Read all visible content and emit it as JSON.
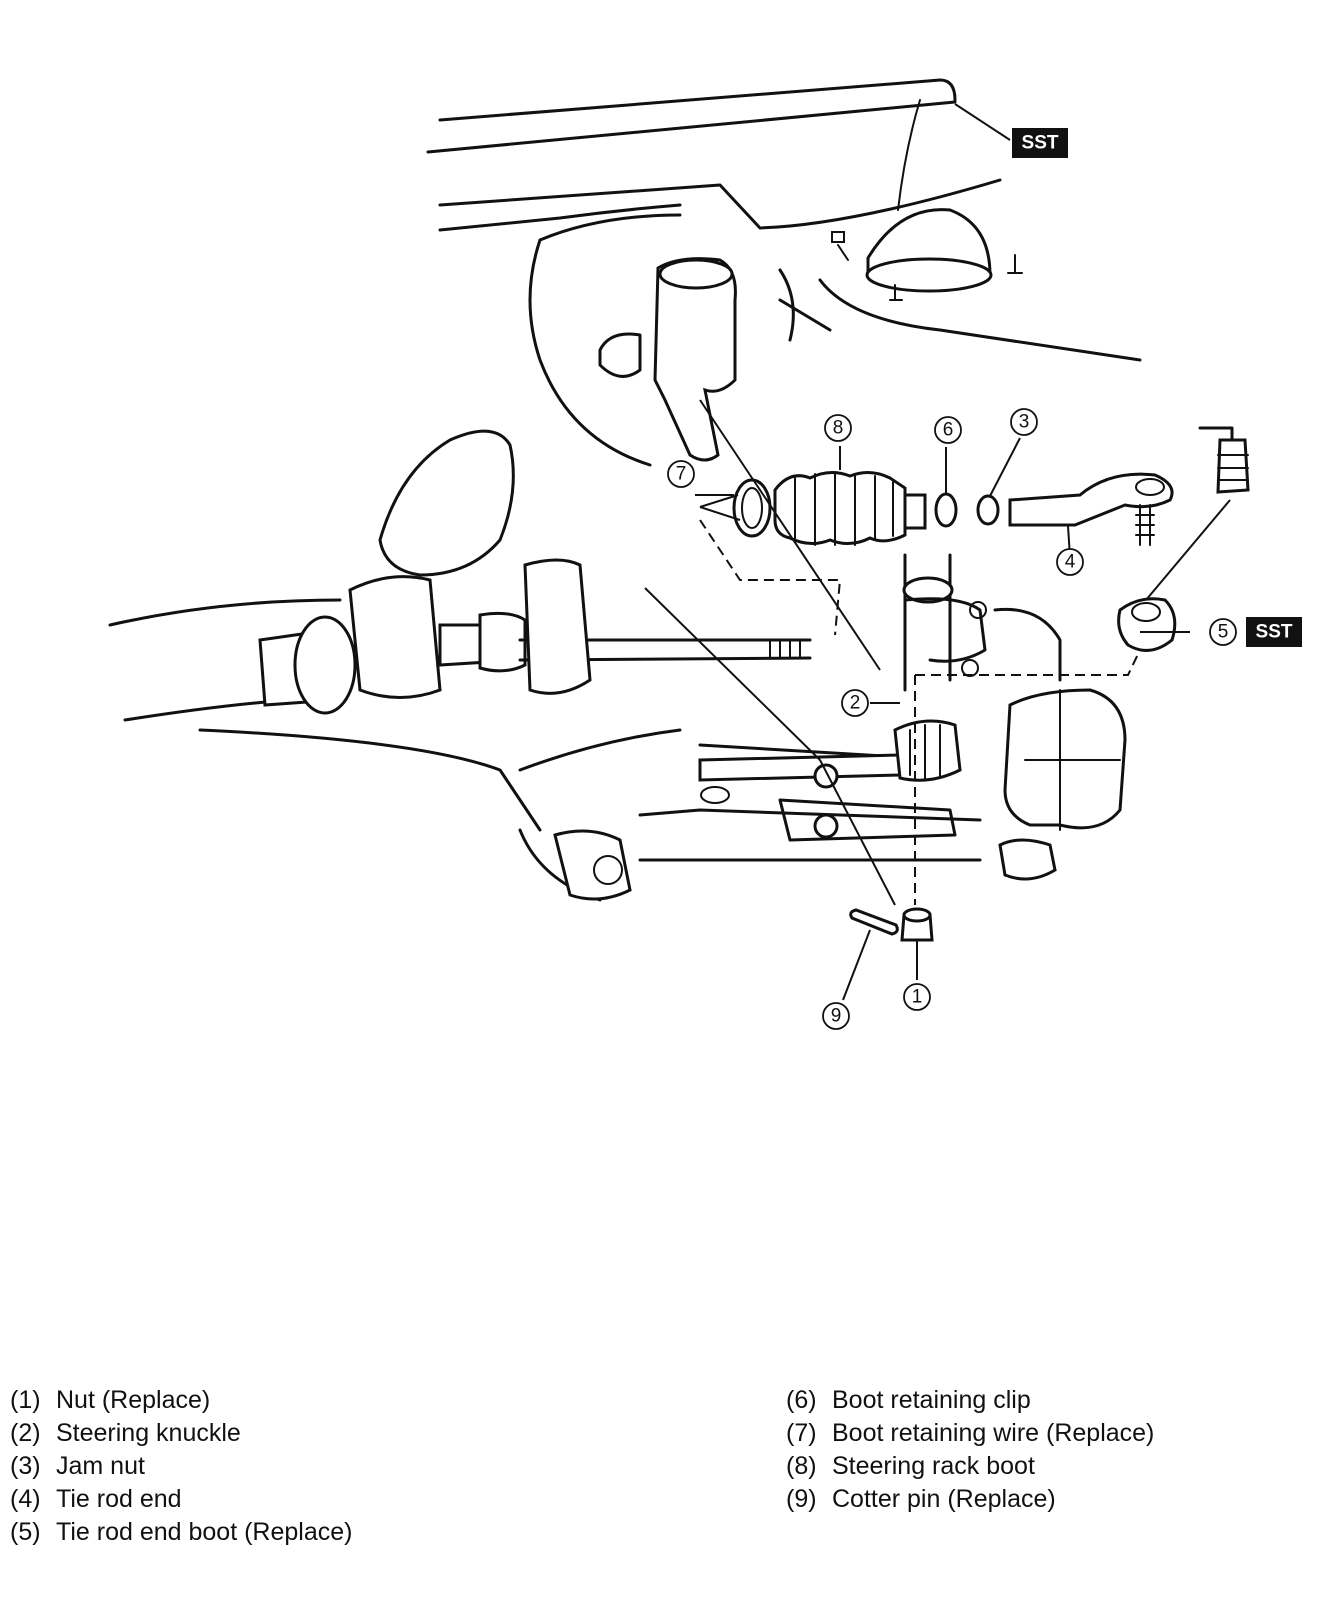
{
  "callouts": [
    {
      "id": "1",
      "label": "①"
    },
    {
      "id": "2",
      "label": "②"
    },
    {
      "id": "3",
      "label": "③"
    },
    {
      "id": "4",
      "label": "④"
    },
    {
      "id": "5",
      "label": "⑤"
    },
    {
      "id": "6",
      "label": "⑥"
    },
    {
      "id": "7",
      "label": "⑦"
    },
    {
      "id": "8",
      "label": "⑧"
    },
    {
      "id": "9",
      "label": "⑨"
    }
  ],
  "sst_tags": [
    "SST",
    "SST"
  ],
  "legend": {
    "left": [
      {
        "num": "(1)",
        "text": "Nut (Replace)"
      },
      {
        "num": "(2)",
        "text": "Steering knuckle"
      },
      {
        "num": "(3)",
        "text": "Jam nut"
      },
      {
        "num": "(4)",
        "text": "Tie rod end"
      },
      {
        "num": "(5)",
        "text": "Tie rod end boot (Replace)"
      }
    ],
    "right": [
      {
        "num": "(6)",
        "text": "Boot retaining clip"
      },
      {
        "num": "(7)",
        "text": "Boot retaining wire (Replace)"
      },
      {
        "num": "(8)",
        "text": "Steering rack boot"
      },
      {
        "num": "(9)",
        "text": "Cotter pin (Replace)"
      }
    ]
  }
}
